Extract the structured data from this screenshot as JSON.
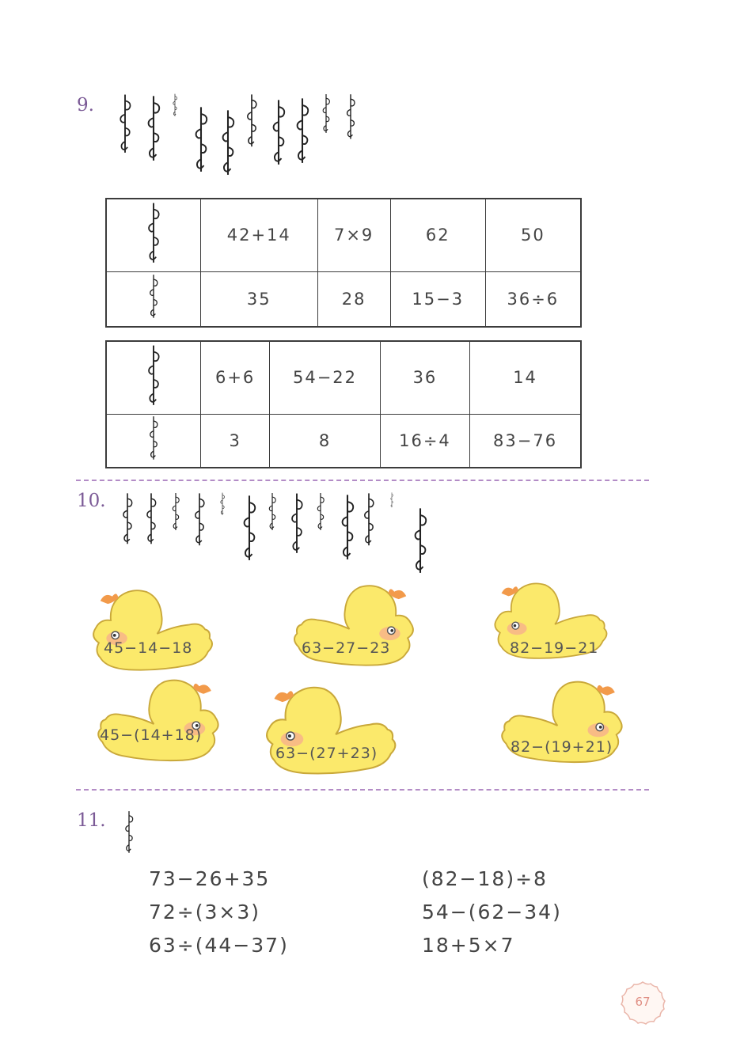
{
  "q9": {
    "number": "9.",
    "table1": {
      "rows": [
        [
          "42+14",
          "7×9",
          "62",
          "50"
        ],
        [
          "35",
          "28",
          "15−3",
          "36÷6"
        ]
      ]
    },
    "table2": {
      "rows": [
        [
          "6+6",
          "54−22",
          "36",
          "14"
        ],
        [
          "3",
          "8",
          "16÷4",
          "83−76"
        ]
      ]
    }
  },
  "q10": {
    "number": "10.",
    "ducks": [
      "45−14−18",
      "63−27−23",
      "82−19−21",
      "45−(14+18)",
      "63−(27+23)",
      "82−(19+21)"
    ]
  },
  "q11": {
    "number": "11.",
    "left": [
      "73−26+35",
      "72÷(3×3)",
      "63÷(44−37)"
    ],
    "right": [
      "(82−18)÷8",
      "54−(62−34)",
      "18+5×7"
    ]
  },
  "page": {
    "number": "67"
  },
  "colors": {
    "question_number": "#7b5a96",
    "divider": "#b38cc6",
    "duck_body": "#fbe96b",
    "duck_beak": "#f29a4a",
    "page_badge": "#e08f84"
  }
}
